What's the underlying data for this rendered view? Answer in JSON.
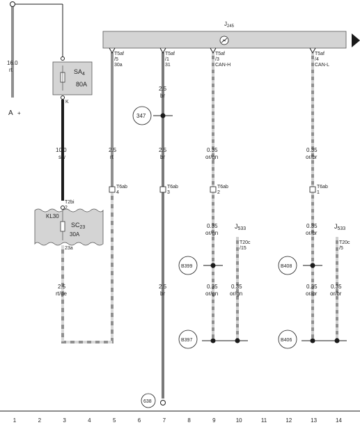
{
  "module_j245": {
    "label": "J",
    "sub": "245"
  },
  "module_j533_left": {
    "label": "J",
    "sub": "533"
  },
  "module_j533_right": {
    "label": "J",
    "sub": "533"
  },
  "fuse_sa4": {
    "name_main": "SA",
    "name_sub": "4",
    "rating": "80A",
    "terminal": "K"
  },
  "fuse_sc23": {
    "name_main": "SC",
    "name_sub": "23",
    "rating": "30A",
    "terminal_kl30": "KL30",
    "connector": "T2bi",
    "connector_pin": "2",
    "out_pin": "23a"
  },
  "battery": {
    "gauge": "16.0",
    "color": "rt",
    "label": "A",
    "sign": "+"
  },
  "wire_sa4_out": {
    "gauge": "10.0",
    "color": "sw"
  },
  "wire_sc23_out": {
    "gauge": "2.5",
    "color": "rt/ge"
  },
  "wires_col5": {
    "gauge": "2.5",
    "color": "rt"
  },
  "wires_col7_top": {
    "gauge": "2.5",
    "color": "br"
  },
  "wires_col7_mid": {
    "gauge": "2.5",
    "color": "br"
  },
  "wires_col7_low": {
    "gauge": "2.5",
    "color": "br"
  },
  "wire_col9_a": {
    "gauge": "0.35",
    "color": "or/gn"
  },
  "wire_col9_b": {
    "gauge": "0.35",
    "color": "or/gn"
  },
  "wire_col9_c": {
    "gauge": "0.35",
    "color": "or/gn"
  },
  "wire_col10": {
    "gauge": "0.35",
    "color": "or/gn"
  },
  "wire_col13_a": {
    "gauge": "0.35",
    "color": "or/br"
  },
  "wire_col13_b": {
    "gauge": "0.35",
    "color": "or/br"
  },
  "wire_col13_c": {
    "gauge": "0.35",
    "color": "or/br"
  },
  "wire_col14": {
    "gauge": "0.35",
    "color": "or/br"
  },
  "pins_t5af": [
    {
      "conn": "T5af",
      "pin": "/5",
      "signal": "30a"
    },
    {
      "conn": "T5af",
      "pin": "/1",
      "signal": "31"
    },
    {
      "conn": "T5af",
      "pin": "/3",
      "signal": "CAN-H"
    },
    {
      "conn": "T5af",
      "pin": "/4",
      "signal": "CAN-L"
    }
  ],
  "pins_t6ab": [
    {
      "conn": "T6ab",
      "pin": "4"
    },
    {
      "conn": "T6ab",
      "pin": "3"
    },
    {
      "conn": "T6ab",
      "pin": "2"
    },
    {
      "conn": "T6ab",
      "pin": "1"
    }
  ],
  "pins_t20c": [
    {
      "conn": "T20c",
      "pin": "/15"
    },
    {
      "conn": "T20c",
      "pin": "/5"
    }
  ],
  "refs": {
    "r347": "347",
    "b399": "B399",
    "b408": "B408",
    "b397": "B397",
    "b406": "B406",
    "r638": "638"
  },
  "grid_numbers": [
    "1",
    "2",
    "3",
    "4",
    "5",
    "6",
    "7",
    "8",
    "9",
    "10",
    "11",
    "12",
    "13",
    "14"
  ],
  "colors": {
    "red_wire": "#8f8f8f",
    "black_wire": "#1a1a1a",
    "brown_wire": "#7a7a7a",
    "dash_light": "#b8b8b8",
    "module_fill": "#d4d4d4"
  }
}
